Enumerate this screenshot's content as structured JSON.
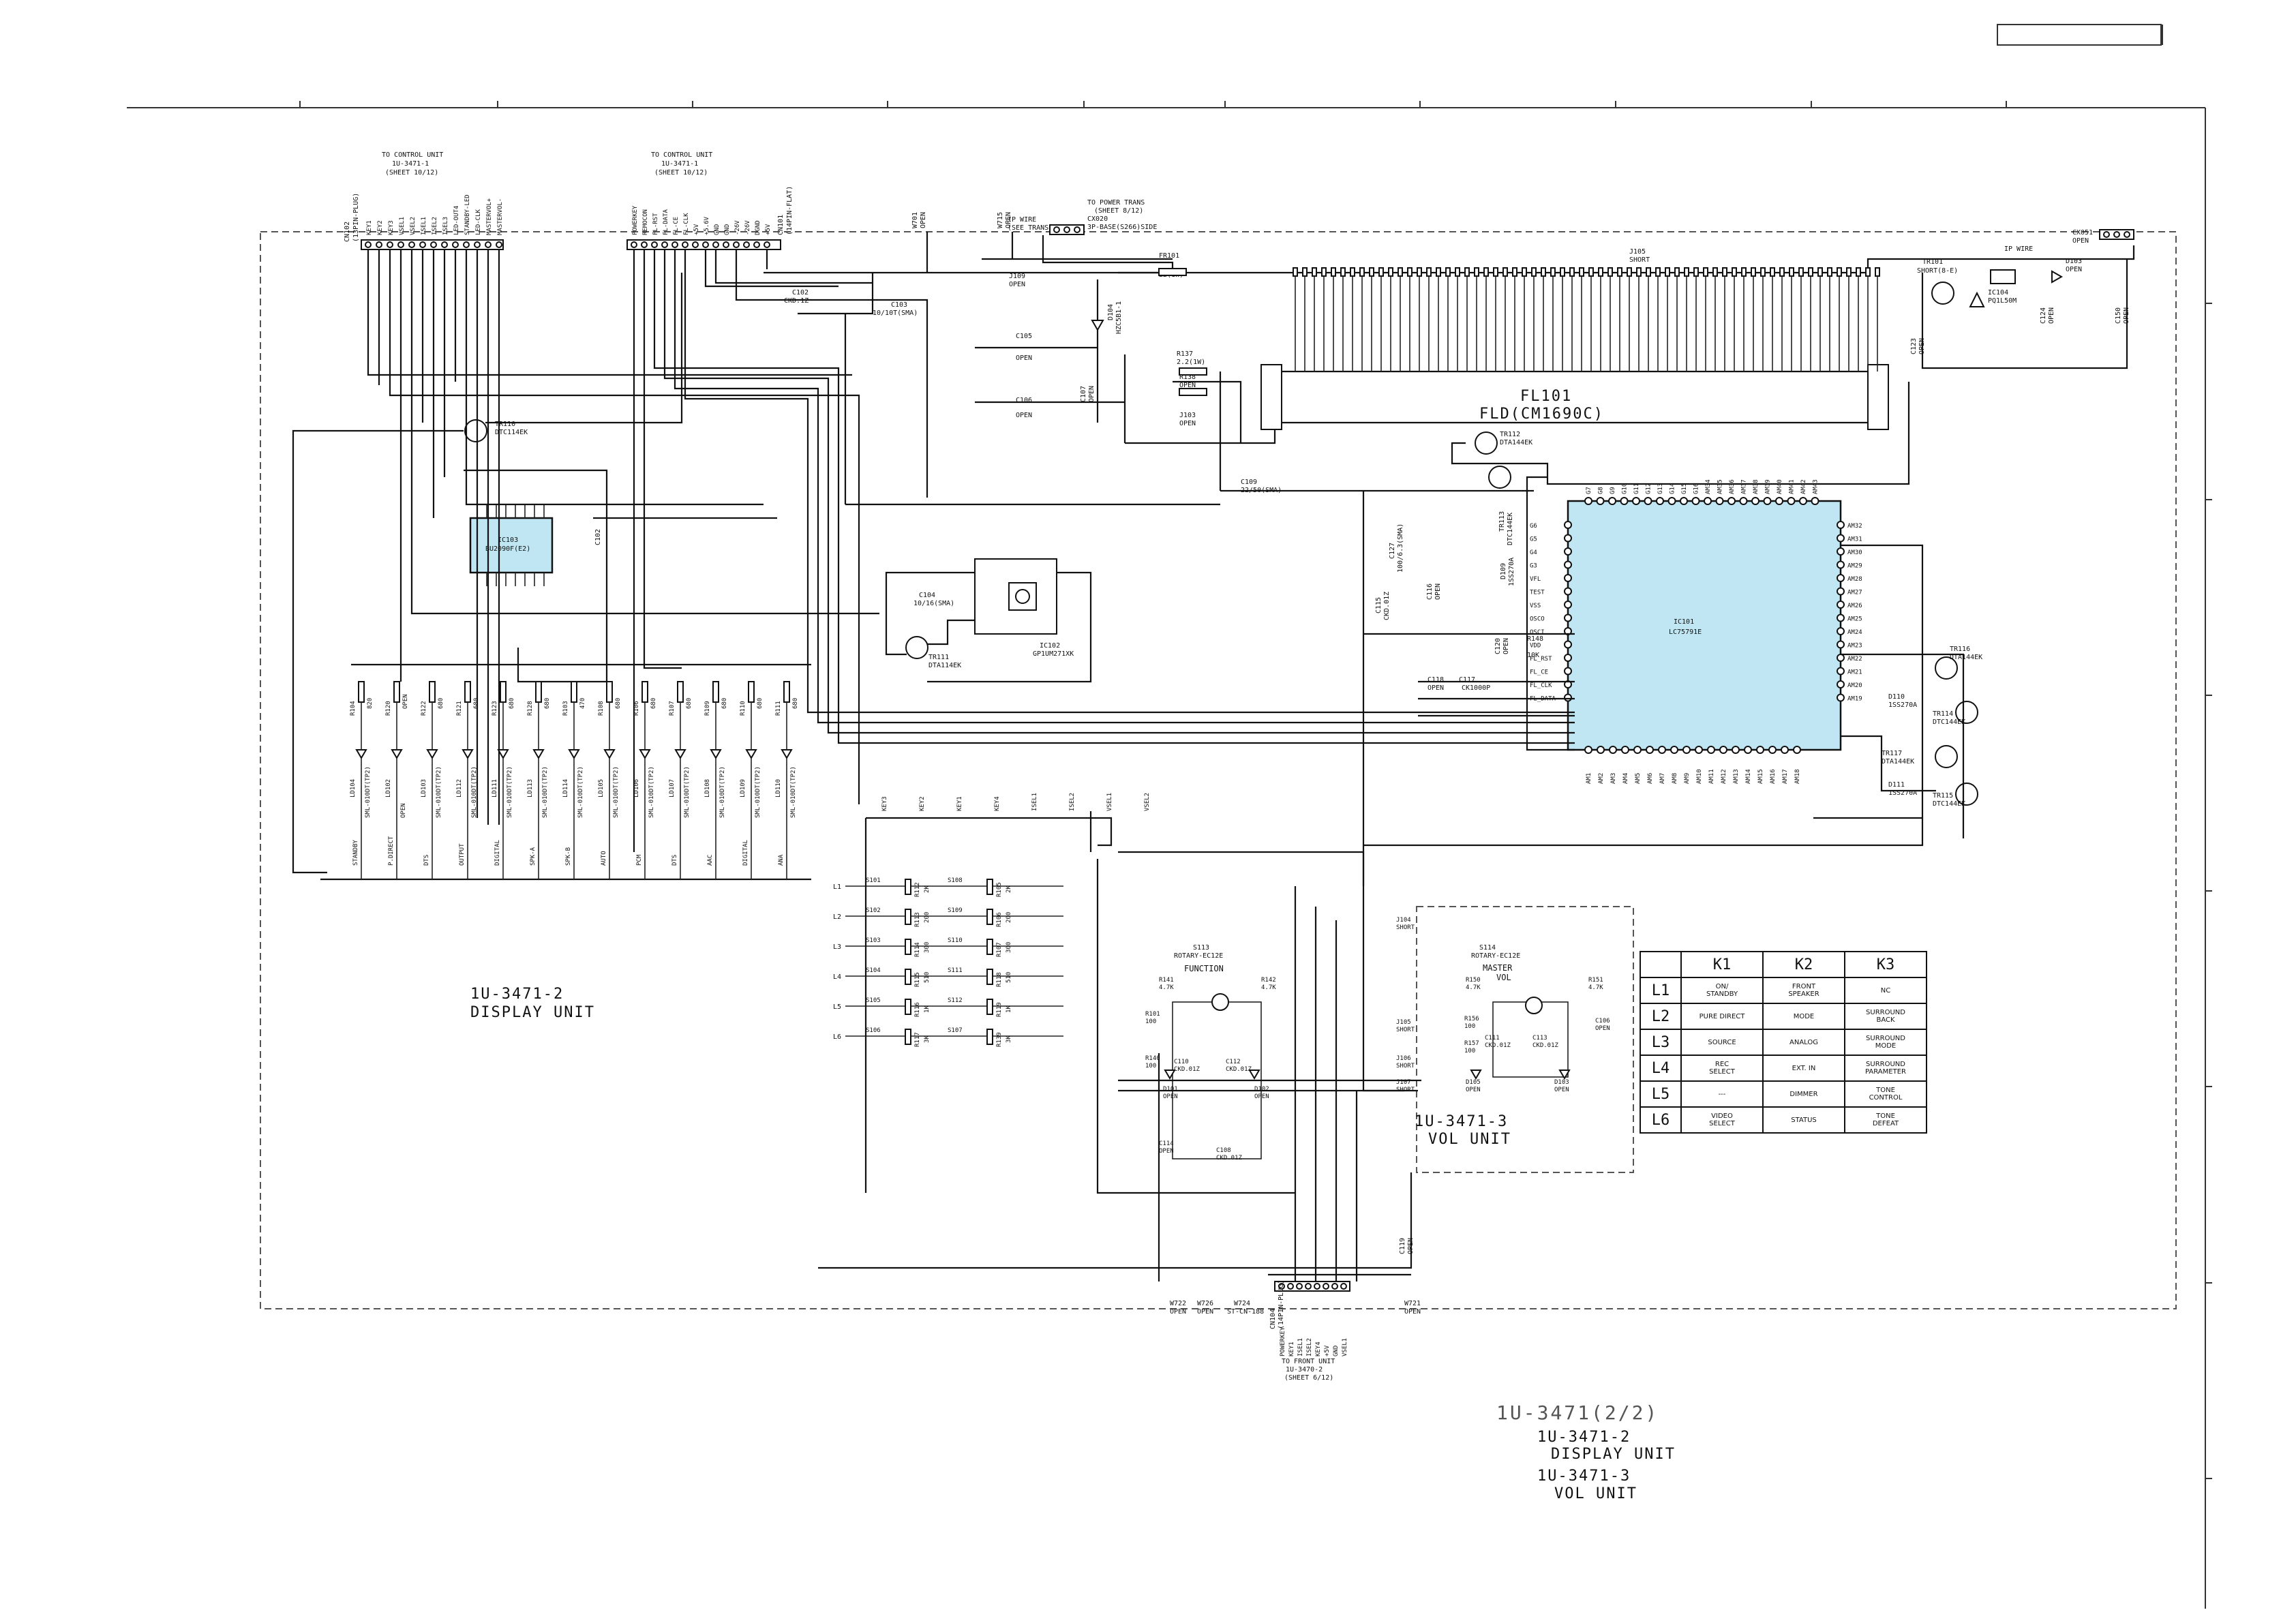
{
  "title_block": {
    "main": "1U-3471(2/2)",
    "line1": "1U-3471-2",
    "line2": "DISPLAY UNIT",
    "line3": "1U-3471-3",
    "line4": "VOL UNIT"
  },
  "units": {
    "display_id": "1U-3471-2",
    "display_name": "DISPLAY UNIT",
    "vol_id": "1U-3471-3",
    "vol_name": "VOL UNIT"
  },
  "connectors": {
    "cn102": {
      "ref": "CN102",
      "sub": "(13PIN-PLUG)",
      "dest1": "TO CONTROL UNIT",
      "dest2": "1U-3471-1",
      "dest3": "(SHEET 10/12)",
      "pins": [
        "KEY1",
        "KEY2",
        "KEY3",
        "VSEL1",
        "VSEL2",
        "ISEL1",
        "ISEL2",
        "ISEL3",
        "LED-OUT4",
        "STANDBY-LED",
        "LED-CLK",
        "MASTERVOL+",
        "MASTERVOL-"
      ]
    },
    "cn101": {
      "ref": "CN101",
      "sub": "(14PIN-FLAT)",
      "dest1": "TO CONTROL UNIT",
      "dest2": "1U-3471-1",
      "dest3": "(SHEET 10/12)",
      "pins": [
        "POWERKEY",
        "REMOCON",
        "FL-RST",
        "FL-DATA",
        "FL-CE",
        "FL-CLK",
        "+5V",
        "+5.6V",
        "GND",
        "GND",
        "-26V",
        "-26V",
        "DGND",
        "+5V"
      ]
    },
    "cx020": {
      "ref": "CX020",
      "sub": "3P-BASE(S266)SIDE",
      "dest1": "TO POWER TRANS",
      "dest2": "(SHEET 8/12)",
      "wire": "IP WIRE",
      "wire2": "(SEE TRANS)"
    },
    "cn104": {
      "ref": "CN104",
      "sub": "(14PIN-PLUG)",
      "dest1": "TO FRONT UNIT",
      "dest2": "1U-3470-2",
      "dest3": "(SHEET 6/12)",
      "pins": [
        "POWERKEY",
        "KEY1",
        "ISEL1",
        "ISEL2",
        "KEY4",
        "+5V",
        "GND",
        "VSEL1"
      ]
    },
    "cx051": {
      "ref": "CX051",
      "val": "OPEN"
    }
  },
  "ics": {
    "ic101": {
      "ref": "IC101",
      "part": "LC75791E"
    },
    "ic103": {
      "ref": "IC103",
      "part": "BU2090F(E2)"
    },
    "ic102": {
      "ref": "IC102",
      "part": "GP1UM271XK"
    },
    "ic104": {
      "ref": "IC104",
      "part": "PQ1L50M"
    },
    "fl101": {
      "ref": "FL101",
      "part": "FLD(CM1690C)"
    }
  },
  "ic101_pins_left": [
    "G6",
    "G5",
    "G4",
    "G3",
    "VFL",
    "TEST",
    "VSS",
    "OSCO",
    "OSCI",
    "VDD",
    "FL_RST",
    "FL_CE",
    "FL_CLK",
    "FL_DATA"
  ],
  "ic101_pins_top": [
    "G7",
    "G8",
    "G9",
    "G10",
    "G11",
    "G12",
    "G13",
    "G14",
    "G15",
    "G16",
    "AM34",
    "AM35",
    "AM36",
    "AM37",
    "AM38",
    "AM39",
    "AM40",
    "AM41",
    "AM42",
    "AM43"
  ],
  "ic101_pins_right": [
    "AM32",
    "AM31",
    "AM30",
    "AM29",
    "AM28",
    "AM27",
    "AM26",
    "AM25",
    "AM24",
    "AM23",
    "AM22",
    "AM21",
    "AM20",
    "AM19"
  ],
  "ic101_pins_bottom": [
    "AM1",
    "AM2",
    "AM3",
    "AM4",
    "AM5",
    "AM6",
    "AM7",
    "AM8",
    "AM9",
    "AM10",
    "AM11",
    "AM12",
    "AM13",
    "AM14",
    "AM15",
    "AM16",
    "AM17",
    "AM18"
  ],
  "transistors": [
    {
      "ref": "TR110",
      "part": "DTC114EK"
    },
    {
      "ref": "TR111",
      "part": "DTA114EK"
    },
    {
      "ref": "TR112",
      "part": "DTA144EK"
    },
    {
      "ref": "TR113",
      "part": "DTC144EK"
    },
    {
      "ref": "TR116",
      "part": "DTA144EK"
    },
    {
      "ref": "TR114",
      "part": "DTC144EK"
    },
    {
      "ref": "TR117",
      "part": "DTA144EK"
    },
    {
      "ref": "TR115",
      "part": "DTC144EK"
    },
    {
      "ref": "TR101",
      "part": "SHORT(8-E)"
    }
  ],
  "passives_top": [
    {
      "ref": "C102",
      "val": "CKD.1Z"
    },
    {
      "ref": "C103",
      "val": "10/10T(SMA)"
    },
    {
      "ref": "FR101",
      "val": "22(1W)"
    },
    {
      "ref": "C105",
      "val": "OPEN"
    },
    {
      "ref": "C106",
      "val": "OPEN"
    },
    {
      "ref": "D104",
      "val": "HZC5B1-1"
    },
    {
      "ref": "C107",
      "val": "OPEN"
    },
    {
      "ref": "R137",
      "val": "2.2(1W)"
    },
    {
      "ref": "R138",
      "val": "OPEN"
    },
    {
      "ref": "J103",
      "val": "OPEN"
    },
    {
      "ref": "C109",
      "val": "22/50(SMA)"
    },
    {
      "ref": "J109",
      "val": "OPEN"
    },
    {
      "ref": "J105",
      "val": "SHORT"
    },
    {
      "ref": "D103",
      "val": "OPEN"
    },
    {
      "ref": "C104",
      "val": "10/16(SMA)"
    }
  ],
  "ic101_side": [
    {
      "ref": "C127",
      "val": "100/6.3(SMA)"
    },
    {
      "ref": "C115",
      "val": "CKD.01Z"
    },
    {
      "ref": "C116",
      "val": "OPEN"
    },
    {
      "ref": "C120",
      "val": "OPEN"
    },
    {
      "ref": "R148",
      "val": "10K"
    },
    {
      "ref": "C117",
      "val": "CK1000P"
    },
    {
      "ref": "C118",
      "val": "OPEN"
    },
    {
      "ref": "D109",
      "val": "1SS270A"
    },
    {
      "ref": "D110",
      "val": "1SS270A"
    },
    {
      "ref": "D111",
      "val": "1SS270A"
    }
  ],
  "led_row": [
    {
      "ref": "LD104",
      "part": "SML-010DT(TP2)",
      "res": "R104",
      "rval": "820",
      "label": "STANDBY"
    },
    {
      "ref": "LD102",
      "part": "OPEN",
      "res": "R120",
      "rval": "OPEN",
      "label": "P.DIRECT"
    },
    {
      "ref": "LD103",
      "part": "SML-010DT(TP2)",
      "res": "R122",
      "rval": "680",
      "label": "DTS"
    },
    {
      "ref": "LD112",
      "part": "SML-010DT(TP2)",
      "res": "R121",
      "rval": "680",
      "label": "OUTPUT"
    },
    {
      "ref": "LD111",
      "part": "SML-010DT(TP2)",
      "res": "R123",
      "rval": "680",
      "label": "DIGITAL"
    },
    {
      "ref": "LD113",
      "part": "SML-010DT(TP2)",
      "res": "R128",
      "rval": "680",
      "label": "SPK-A"
    },
    {
      "ref": "LD114",
      "part": "SML-010DT(TP2)",
      "res": "R103",
      "rval": "470",
      "label": "SPK-B"
    },
    {
      "ref": "LD105",
      "part": "SML-010DT(TP2)",
      "res": "R108",
      "rval": "680",
      "label": "AUTO"
    },
    {
      "ref": "LD106",
      "part": "SML-010DT(TP2)",
      "res": "R106",
      "rval": "680",
      "label": "PCM"
    },
    {
      "ref": "LD107",
      "part": "SML-010DT(TP2)",
      "res": "R107",
      "rval": "680",
      "label": "DTS"
    },
    {
      "ref": "LD108",
      "part": "SML-010DT(TP2)",
      "res": "R109",
      "rval": "680",
      "label": "AAC"
    },
    {
      "ref": "LD109",
      "part": "SML-010DT(TP2)",
      "res": "R110",
      "rval": "680",
      "label": "DIGITAL"
    },
    {
      "ref": "LD110",
      "part": "SML-010DT(TP2)",
      "res": "R111",
      "rval": "680",
      "label": "ANA"
    }
  ],
  "switch_matrix": {
    "rows": [
      "L1",
      "L2",
      "L3",
      "L4",
      "L5",
      "L6"
    ],
    "col1": [
      "S101",
      "S102",
      "S103",
      "S104",
      "S105",
      "S106"
    ],
    "col2": [
      "S108",
      "S109",
      "S110",
      "S111",
      "S112",
      "S107"
    ],
    "res1": [
      "R112",
      "R113",
      "R114",
      "R115",
      "R116",
      "R117"
    ],
    "rval1": [
      "2K",
      "200",
      "300",
      "510",
      "1K",
      "3K"
    ],
    "res2": [
      "R105",
      "R106",
      "R107",
      "R118",
      "R119",
      "R139"
    ],
    "rval2": [
      "2K",
      "200",
      "300",
      "510",
      "1K",
      "3K"
    ],
    "nets": [
      "KEY3",
      "KEY2",
      "KEY1",
      "KEY4",
      "ISEL1",
      "ISEL2",
      "VSEL1",
      "VSEL2"
    ]
  },
  "function": {
    "ref": "S113",
    "part": "ROTARY-EC12E",
    "label": "FUNCTION",
    "parts": [
      {
        "ref": "R141",
        "val": "4.7K"
      },
      {
        "ref": "R142",
        "val": "4.7K"
      },
      {
        "ref": "R140",
        "val": "100"
      },
      {
        "ref": "R101",
        "val": "100"
      },
      {
        "ref": "C110",
        "val": "CKD.01Z"
      },
      {
        "ref": "C112",
        "val": "CKD.01Z"
      },
      {
        "ref": "D101",
        "val": "OPEN"
      },
      {
        "ref": "D102",
        "val": "OPEN"
      },
      {
        "ref": "C114",
        "val": "OPEN"
      },
      {
        "ref": "C108",
        "val": "CKD.01Z"
      }
    ]
  },
  "master_vol": {
    "ref": "S114",
    "part": "ROTARY-EC12E",
    "label1": "MASTER",
    "label2": "VOL",
    "parts": [
      {
        "ref": "R150",
        "val": "4.7K"
      },
      {
        "ref": "R151",
        "val": "4.7K"
      },
      {
        "ref": "R156",
        "val": "100"
      },
      {
        "ref": "R157",
        "val": "100"
      },
      {
        "ref": "C111",
        "val": "CKD.01Z"
      },
      {
        "ref": "C113",
        "val": "CKD.01Z"
      },
      {
        "ref": "D105",
        "val": "OPEN"
      },
      {
        "ref": "D103",
        "val": "OPEN"
      },
      {
        "ref": "C106",
        "val": "OPEN"
      }
    ],
    "jumpers": [
      {
        "ref": "J104",
        "val": "SHORT"
      },
      {
        "ref": "J105",
        "val": "SHORT"
      },
      {
        "ref": "J106",
        "val": "SHORT"
      },
      {
        "ref": "J107",
        "val": "SHORT"
      }
    ]
  },
  "key_table": {
    "headers": [
      "K1",
      "K2",
      "K3"
    ],
    "rows": [
      {
        "row": "L1",
        "cells": [
          [
            "ON/",
            "STANDBY"
          ],
          [
            "FRONT",
            "SPEAKER"
          ],
          [
            "NC"
          ]
        ]
      },
      {
        "row": "L2",
        "cells": [
          [
            "PURE DIRECT"
          ],
          [
            "MODE"
          ],
          [
            "SURROUND",
            "BACK"
          ]
        ]
      },
      {
        "row": "L3",
        "cells": [
          [
            "SOURCE"
          ],
          [
            "ANALOG"
          ],
          [
            "SURROUND",
            "MODE"
          ]
        ]
      },
      {
        "row": "L4",
        "cells": [
          [
            "REC",
            "SELECT"
          ],
          [
            "EXT. IN"
          ],
          [
            "SURROUND",
            "PARAMETER"
          ]
        ]
      },
      {
        "row": "L5",
        "cells": [
          [
            "---"
          ],
          [
            "DIMMER"
          ],
          [
            "TONE",
            "CONTROL"
          ]
        ]
      },
      {
        "row": "L6",
        "cells": [
          [
            "VIDEO",
            "SELECT"
          ],
          [
            "STATUS"
          ],
          [
            "TONE",
            "DEFEAT"
          ]
        ]
      }
    ]
  },
  "misc_labels": {
    "w722": "W722",
    "w722v": "OPEN",
    "w726": "W726",
    "w726v": "OPEN",
    "w724": "W724",
    "w724v": "ST-CN-188",
    "w721": "W721",
    "w721v": "OPEN",
    "w701": "W701",
    "w701v": "OPEN",
    "w715": "W715",
    "w715v": "OPEN",
    "c119": "C119",
    "c119v": "OPEN",
    "c123": "C123",
    "c123v": "OPEN",
    "c124": "C124",
    "c124v": "OPEN",
    "c150": "C150",
    "c150v": "OPEN",
    "ic104note": "IP WIRE"
  },
  "colors": {
    "ic_highlight": "#bfe6f2",
    "ink": "#111111"
  }
}
